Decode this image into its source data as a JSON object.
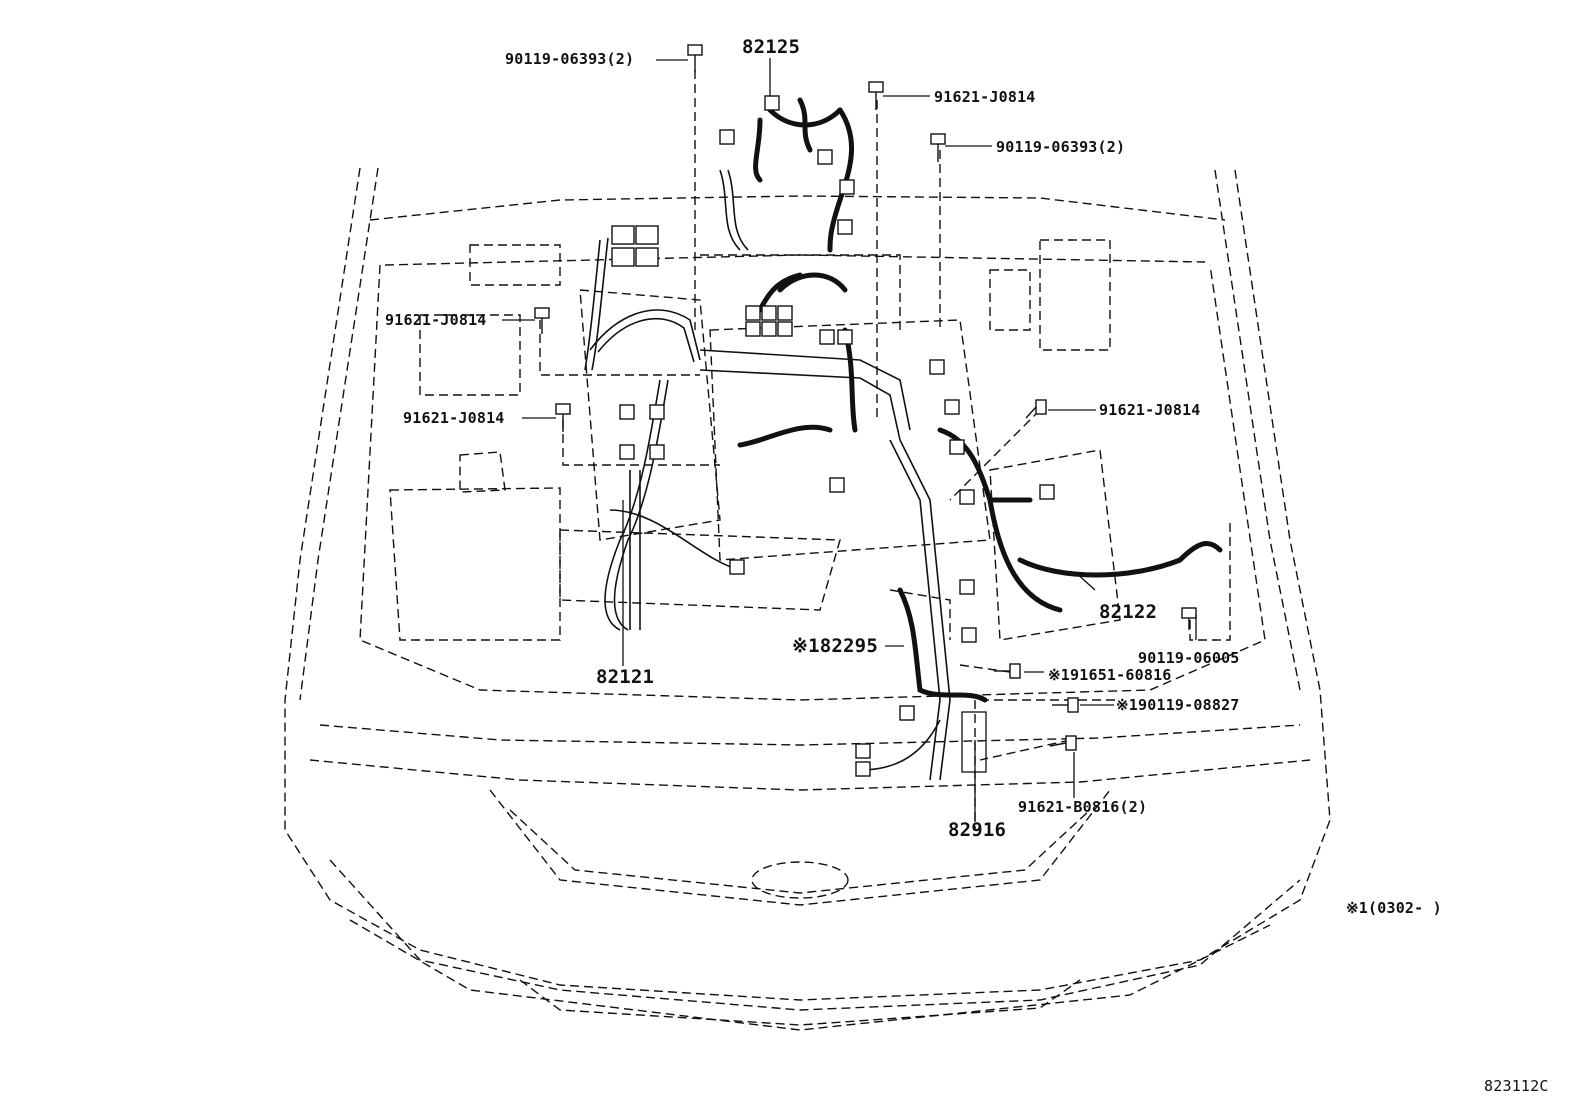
{
  "labels": {
    "bolt_90119_06393_left": "90119-06393(2)",
    "part_82125": "82125",
    "bolt_91621_J0814_top": "91621-J0814",
    "bolt_90119_06393_right": "90119-06393(2)",
    "bolt_91621_J0814_left_upper": "91621-J0814",
    "bolt_91621_J0814_left_lower": "91621-J0814",
    "bolt_91621_J0814_right": "91621-J0814",
    "part_82122": "82122",
    "bolt_90119_06005": "90119-06005",
    "part_82295": "※182295",
    "bolt_91651_60816": "※191651-60816",
    "bolt_90119_08827": "※190119-08827",
    "part_82121": "82121",
    "bolt_91621_B0816": "91621-B0816(2)",
    "part_82916": "82916",
    "footnote": "※1(0302-      )",
    "figure_id": "823112C"
  }
}
